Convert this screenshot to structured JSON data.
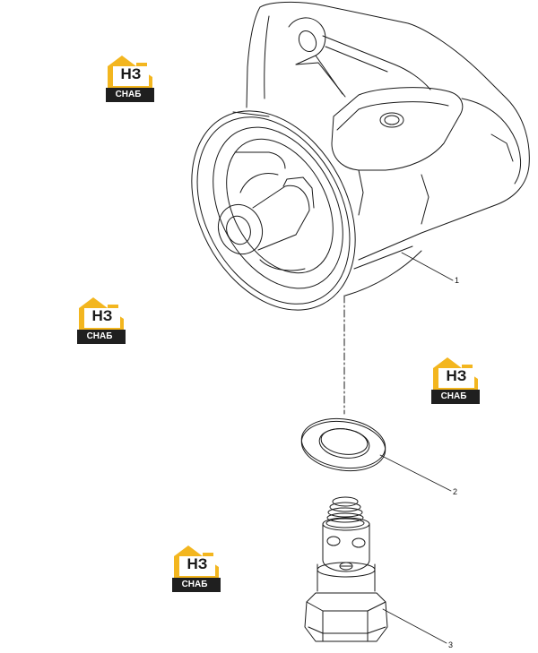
{
  "callouts": [
    {
      "label": "1"
    },
    {
      "label": "2"
    },
    {
      "label": "3"
    }
  ],
  "watermark": {
    "top_text": "НЗ",
    "bottom_text": "СНАБ",
    "colors": {
      "yellow": "#f3b61f",
      "dark": "#1f1f1f",
      "white": "#ffffff"
    }
  },
  "parts": [
    {
      "name": "filter-head-housing",
      "callout": "1"
    },
    {
      "name": "sealing-washer",
      "callout": "2"
    },
    {
      "name": "relief-valve",
      "callout": "3"
    }
  ]
}
